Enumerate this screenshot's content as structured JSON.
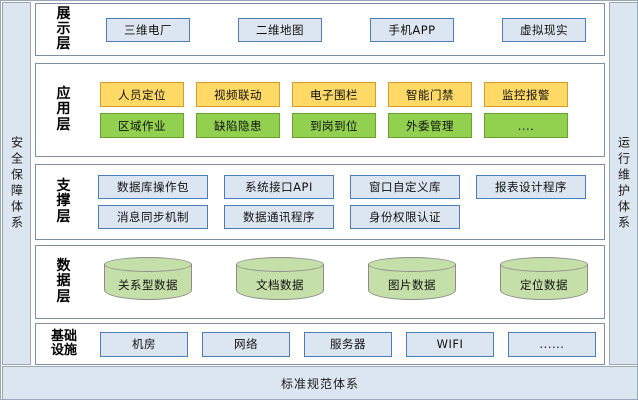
{
  "pillars": {
    "left": {
      "name": "security-system-pillar",
      "text": "安全保障体系"
    },
    "right": {
      "name": "ops-maintenance-pillar",
      "text": "运行维护体系"
    }
  },
  "bottom_bar": {
    "text": "标准规范体系"
  },
  "colors": {
    "pillar_fill": "#DCE6F1",
    "blue_fill": "#DCE6F1",
    "blue_border": "#4A7EBB",
    "orange_fill": "#FFD966",
    "orange_border": "#D99B28",
    "green_fill": "#92D050",
    "green_border": "#69A02F",
    "cylinder_fill": "#C5DFA8",
    "cylinder_border": "#8C8C8C",
    "layer_border": "#7F8FA3"
  },
  "layers": [
    {
      "id": "presentation",
      "title": "展示层",
      "rows": [
        {
          "style": "blue",
          "items": [
            "三维电厂",
            "二维地图",
            "手机APP",
            "虚拟现实"
          ]
        }
      ]
    },
    {
      "id": "application",
      "title": "应用层",
      "rows": [
        {
          "style": "orange",
          "items": [
            "人员定位",
            "视频联动",
            "电子围栏",
            "智能门禁",
            "监控报警"
          ]
        },
        {
          "style": "green",
          "items": [
            "区域作业",
            "缺陷隐患",
            "到岗到位",
            "外委管理",
            "...."
          ]
        }
      ]
    },
    {
      "id": "support",
      "title": "支撑层",
      "rows": [
        {
          "style": "blue",
          "items": [
            "数据库操作包",
            "系统接口API",
            "窗口自定义库",
            "报表设计程序"
          ]
        },
        {
          "style": "blue",
          "items": [
            "消息同步机制",
            "数据通讯程序",
            "身份权限认证",
            ""
          ]
        }
      ]
    },
    {
      "id": "data",
      "title": "数据层",
      "rows": [
        {
          "style": "cylinder",
          "items": [
            "关系型数据",
            "文档数据",
            "图片数据",
            "定位数据"
          ]
        }
      ]
    },
    {
      "id": "infrastructure",
      "title": "基础设施",
      "rows": [
        {
          "style": "blue",
          "items": [
            "机房",
            "网络",
            "服务器",
            "WIFI",
            "......"
          ]
        }
      ]
    }
  ]
}
